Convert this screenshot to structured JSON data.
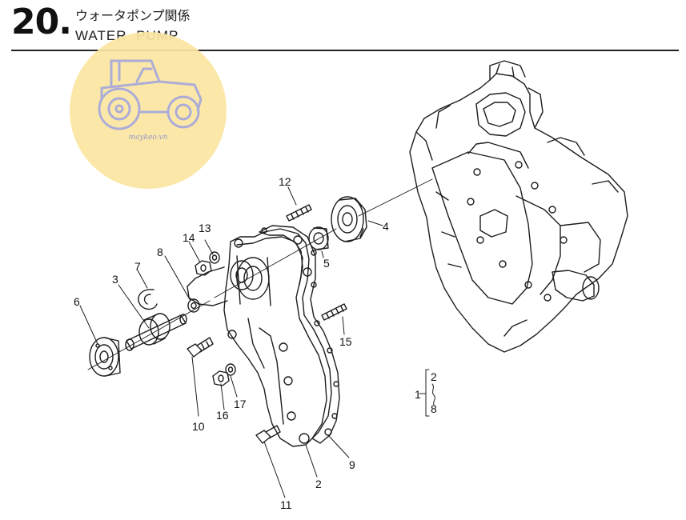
{
  "header": {
    "section_number": "20.",
    "title_jp": "ウォータポンプ関係",
    "title_en": "WATER PUMP"
  },
  "watermark": {
    "site": "maykeo.vn"
  },
  "callouts": {
    "c1": "1",
    "c2": "2",
    "c3": "3",
    "c4": "4",
    "c5": "5",
    "c6": "6",
    "c7": "7",
    "c8": "8",
    "c9": "9",
    "c10": "10",
    "c11": "11",
    "c12": "12",
    "c13": "13",
    "c14": "14",
    "c15": "15",
    "c16": "16",
    "c17": "17"
  },
  "kit_bracket": {
    "lead": "1",
    "from": "2",
    "to": "8"
  }
}
